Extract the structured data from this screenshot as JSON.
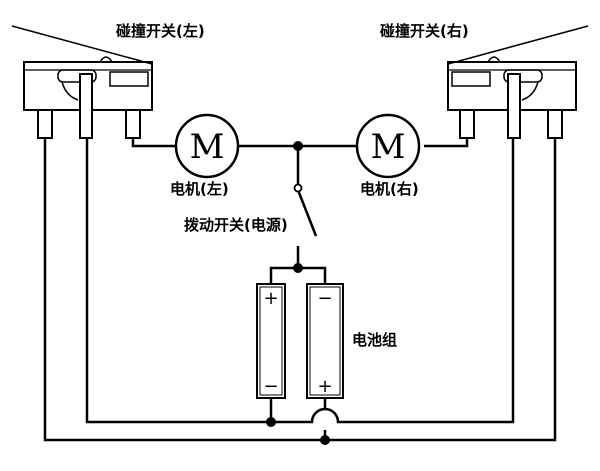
{
  "labels": {
    "switch_left": "碰撞开关(左)",
    "switch_right": "碰撞开关(右)",
    "motor_left": "电机(左)",
    "motor_right": "电机(右)",
    "power_switch": "拨动开关(电源)",
    "battery_pack": "电池组"
  },
  "motor_symbol": "M",
  "battery_signs": {
    "left_top": "+",
    "left_bottom": "−",
    "right_top": "−",
    "right_bottom": "+"
  }
}
